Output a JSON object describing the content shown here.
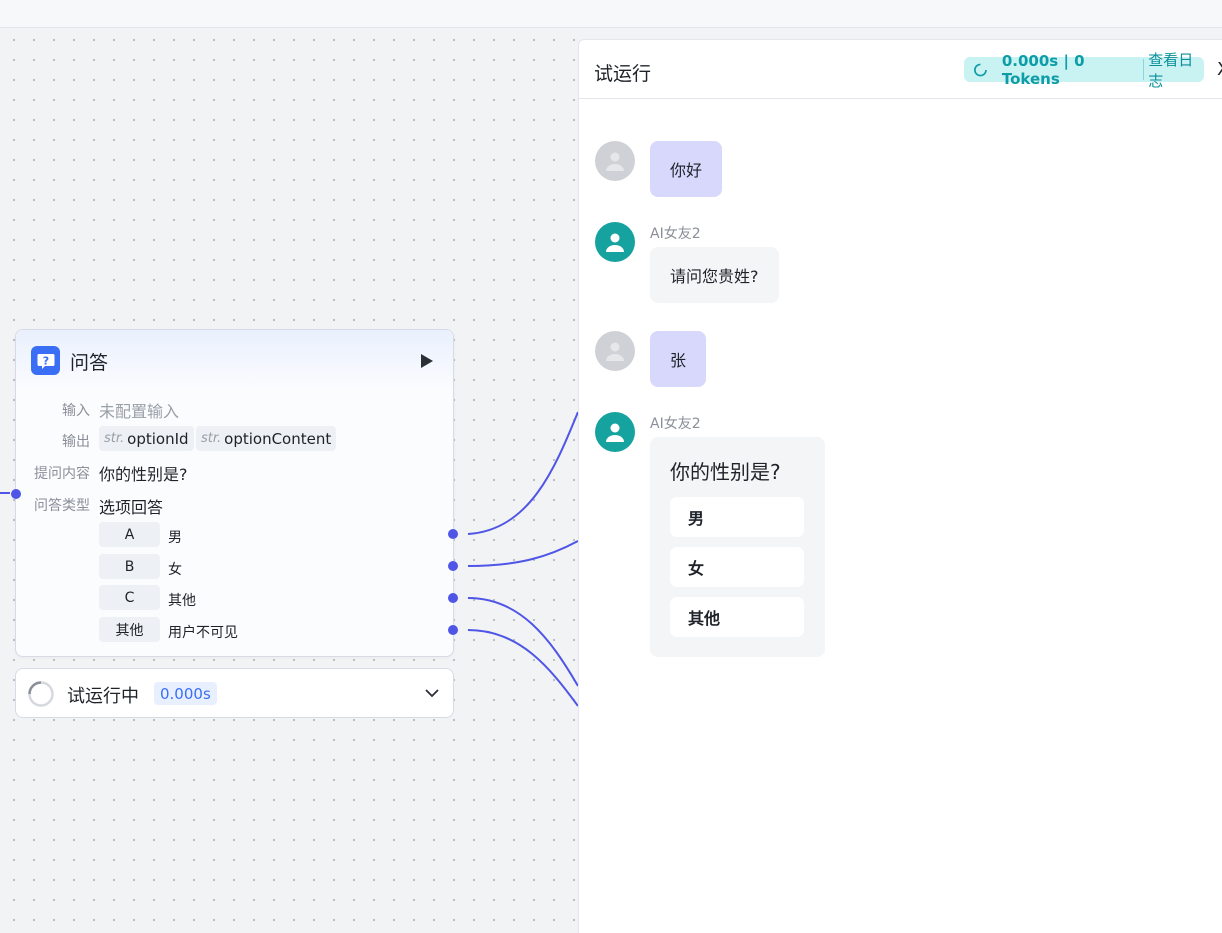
{
  "node": {
    "title": "问答",
    "icon": "question-icon",
    "input_label": "输入",
    "input_value": "未配置输入",
    "output_label": "输出",
    "outputs": [
      {
        "prefix": "str.",
        "name": "optionId"
      },
      {
        "prefix": "str.",
        "name": "optionContent"
      }
    ],
    "prompt_label": "提问内容",
    "prompt_value": "你的性别是?",
    "type_label": "问答类型",
    "type_value": "选项回答",
    "options": [
      {
        "key": "A",
        "value": "男"
      },
      {
        "key": "B",
        "value": "女"
      },
      {
        "key": "C",
        "value": "其他"
      },
      {
        "key": "其他",
        "value": "用户不可见"
      }
    ]
  },
  "status": {
    "text": "试运行中",
    "time": "0.000s"
  },
  "panel": {
    "title": "试运行",
    "metrics": "0.000s | 0 Tokens",
    "log_label": "查看日志",
    "close": "X"
  },
  "messages": [
    {
      "role": "user",
      "text": "你好"
    },
    {
      "role": "ai",
      "sender": "AI女友2",
      "text": "请问您贵姓?"
    },
    {
      "role": "user",
      "text": "张"
    },
    {
      "role": "ai",
      "sender": "AI女友2",
      "question": "你的性别是?",
      "choices": [
        "男",
        "女",
        "其他"
      ]
    }
  ],
  "colors": {
    "edge": "#4f55e6",
    "user_bubble": "#d7d8fc",
    "ai_avatar": "#16a39f",
    "badge_bg": "#c9f2f3",
    "badge_text": "#0e9da7"
  }
}
